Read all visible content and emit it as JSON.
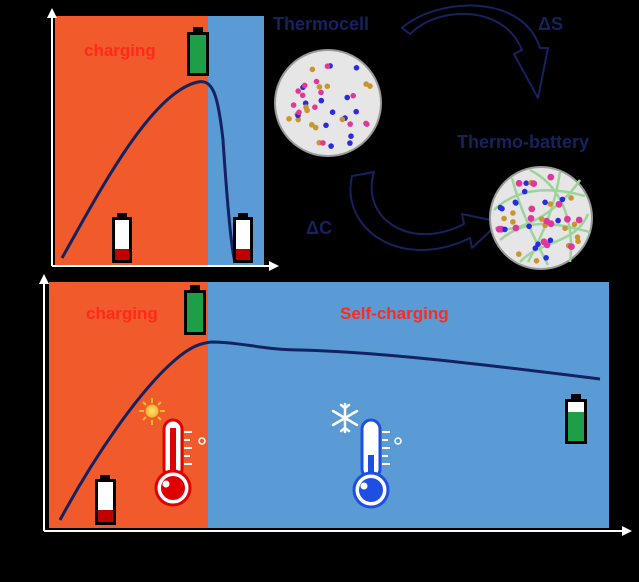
{
  "top_panel": {
    "charging_label": "charging"
  },
  "bottom_panel": {
    "charging_label": "charging",
    "self_charging_label": "Self-charging"
  },
  "cycle": {
    "thermocell_label": "Thermocell",
    "thermo_battery_label": "Thermo-battery",
    "delta_s_label": "ΔS",
    "delta_c_label": "ΔC"
  },
  "colors": {
    "orange": "#F15A2B",
    "blue": "#5B9BD5",
    "navy": "#14235F",
    "battery_full": "#1F9E48",
    "battery_low": "#C00000",
    "thermo_hot": "#E00000",
    "thermo_cold": "#1F4FE0",
    "electrolyte_dot_pink": "#E0389A",
    "electrolyte_dot_blue": "#2A2AE0",
    "electrolyte_dot_gold": "#C8962E",
    "fiber_green": "#9CD49A"
  },
  "icons": {
    "sun": "sun-icon",
    "snowflake": "snowflake-icon",
    "thermometer_hot": "thermometer-hot-icon",
    "thermometer_cold": "thermometer-cold-icon",
    "battery_full": "battery-full-icon",
    "battery_low": "battery-low-icon"
  }
}
